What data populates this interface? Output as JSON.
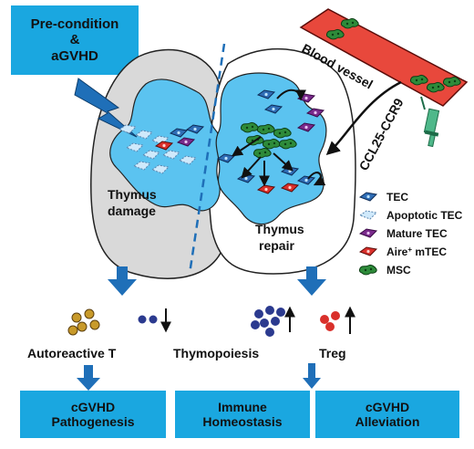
{
  "precondition_box": {
    "line1": "Pre-condition",
    "line2": "&",
    "line3": "aGVHD"
  },
  "thymus": {
    "damage_line1": "Thymus",
    "damage_line2": "damage",
    "repair_line1": "Thymus",
    "repair_line2": "repair"
  },
  "blood_vessel_label": "Blood vessel",
  "chemokine_label": "CCL25-CCR9",
  "legend": {
    "tec": "TEC",
    "apoptotic_tec": "Apoptotic TEC",
    "mature_tec": "Mature TEC",
    "aire_prefix": "Aire",
    "aire_sup": "+",
    "aire_suffix": " mTEC",
    "msc": "MSC"
  },
  "outcomes": {
    "autoreactive_t": "Autoreactive T",
    "thymopoiesis": "Thymopoiesis",
    "treg": "Treg"
  },
  "bottom_boxes": {
    "cgvhd_line1": "cGVHD",
    "cgvhd_line2": "Pathogenesis",
    "immune_line1": "Immune",
    "immune_line2": "Homeostasis",
    "alleviation_line1": "cGVHD",
    "alleviation_line2": "Alleviation"
  },
  "colors": {
    "box_blue": "#1aa7e0",
    "thymus_blue": "#5bc3f0",
    "damage_gray": "#d9d9d9",
    "vessel_red": "#e8483c",
    "msc_green": "#2e8b3a",
    "tec_blue": "#2f6db5",
    "mature_purple": "#7a2a8c",
    "aire_red": "#d9302b",
    "arrow_blue": "#1f6fb8",
    "autoreactive_gold": "#c89a2a",
    "thymocyte_navy": "#2b3a8f",
    "treg_red": "#d9302b",
    "syringe_green": "#4fb88a"
  },
  "icons": [
    "lightning-bolt-icon",
    "syringe-icon",
    "msc-cell-icon",
    "tec-diamond-icon"
  ]
}
